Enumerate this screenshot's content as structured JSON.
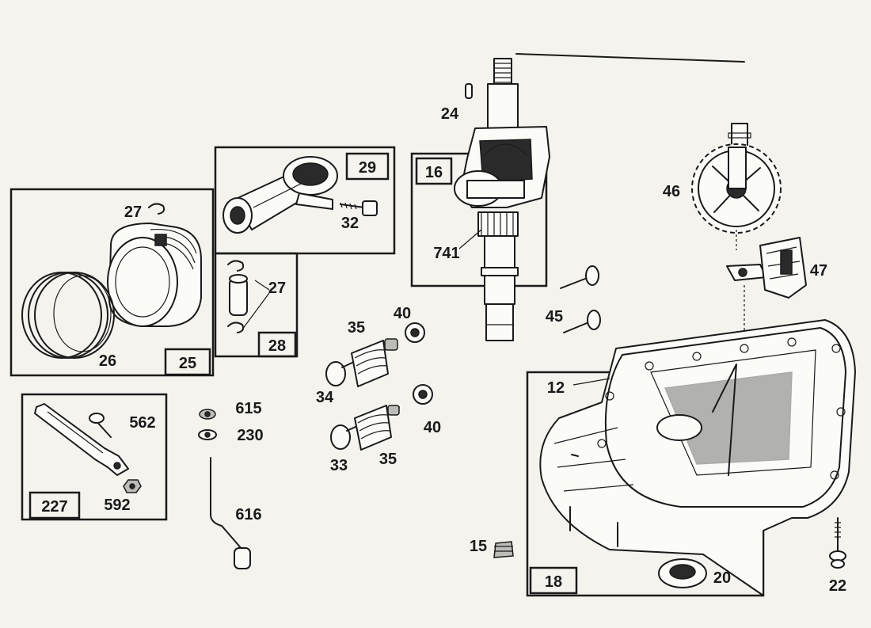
{
  "kit_boxes": [
    {
      "id": "box-29",
      "number": "29"
    },
    {
      "id": "box-16",
      "number": "16"
    },
    {
      "id": "box-25",
      "number": "25"
    },
    {
      "id": "box-28",
      "number": "28"
    },
    {
      "id": "box-227",
      "number": "227"
    },
    {
      "id": "box-18",
      "number": "18"
    }
  ],
  "callouts": {
    "c24": "24",
    "c27_top": "27",
    "c32": "32",
    "c741": "741",
    "c46": "46",
    "c47": "47",
    "c27_pin": "27",
    "c35_top": "35",
    "c40_top": "40",
    "c45": "45",
    "c26": "26",
    "c34": "34",
    "c12": "12",
    "c562": "562",
    "c615": "615",
    "c230": "230",
    "c33": "33",
    "c35_bot": "35",
    "c40_bot": "40",
    "c592": "592",
    "c616": "616",
    "c15": "15",
    "c20": "20",
    "c22": "22"
  }
}
